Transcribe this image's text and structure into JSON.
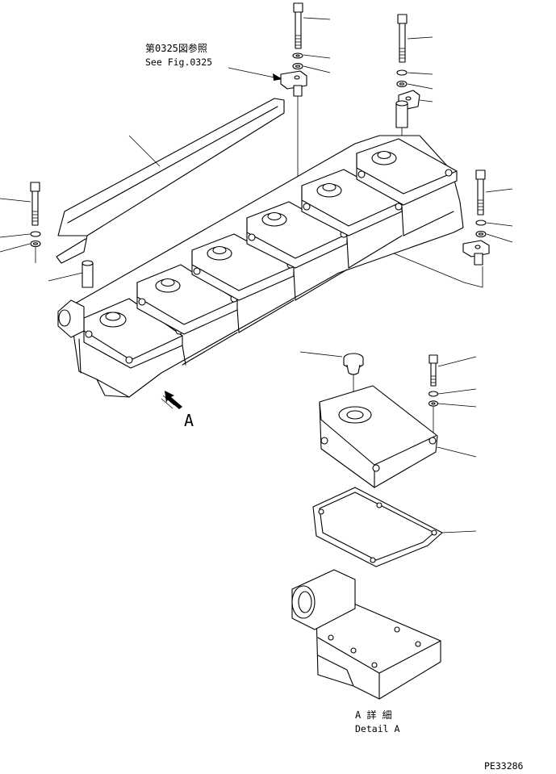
{
  "callouts": {
    "ref_jp": "第0325図参照",
    "ref_en": "See Fig.0325",
    "view_letter": "A",
    "detail_jp": "A 詳 細",
    "detail_en": "Detail A"
  },
  "drawing_code": "PE33286",
  "colors": {
    "ink": "#000000",
    "paper": "#ffffff"
  },
  "icons": [
    "bolt-icon",
    "washer-icon",
    "bracket-icon",
    "spacer-icon",
    "cap-icon",
    "arrow-icon"
  ]
}
